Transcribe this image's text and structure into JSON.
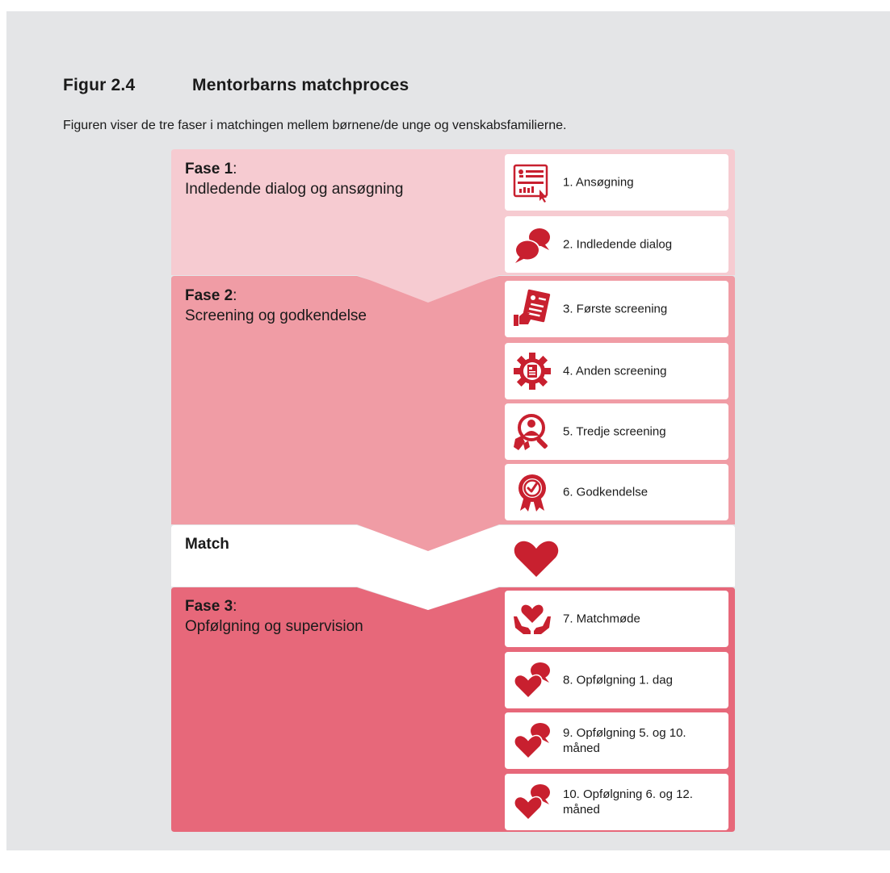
{
  "figure": {
    "number": "Figur 2.4",
    "title": "Mentorbarns matchproces",
    "description": "Figuren viser de tre faser i matchingen mellem børnene/de unge og venskabsfamilierne."
  },
  "colors": {
    "panel_bg": "#e4e5e7",
    "phase1": "#f6cbd1",
    "phase2": "#f09ca5",
    "match": "#ffffff",
    "phase3": "#e7687a",
    "icon": "#c8202f"
  },
  "phases": [
    {
      "name": "Fase 1",
      "suffix": ":",
      "subtitle": "Indledende dialog og ansøgning"
    },
    {
      "name": "Fase 2",
      "suffix": ":",
      "subtitle": "Screening og godkendelse"
    },
    {
      "name": "Match",
      "suffix": "",
      "subtitle": ""
    },
    {
      "name": "Fase 3",
      "suffix": ":",
      "subtitle": "Opfølgning og supervision"
    }
  ],
  "steps": [
    {
      "label": "1. Ansøgning",
      "icon": "application-form-icon"
    },
    {
      "label": "2. Indledende dialog",
      "icon": "speech-bubbles-icon"
    },
    {
      "label": "3. Første screening",
      "icon": "document-hand-icon"
    },
    {
      "label": "4. Anden screening",
      "icon": "gear-document-icon"
    },
    {
      "label": "5. Tredje screening",
      "icon": "person-magnifier-icon"
    },
    {
      "label": "6. Godkendelse",
      "icon": "approval-rosette-icon"
    },
    {
      "label": "7. Matchmøde",
      "icon": "heart-hands-icon"
    },
    {
      "label": "8. Opfølgning 1. dag",
      "icon": "heart-speech-icon"
    },
    {
      "label": "9. Opfølgning 5. og 10. måned",
      "icon": "heart-speech-icon"
    },
    {
      "label": "10. Opfølgning 6. og 12. måned",
      "icon": "heart-speech-icon"
    }
  ],
  "match_icon": "heart-icon"
}
